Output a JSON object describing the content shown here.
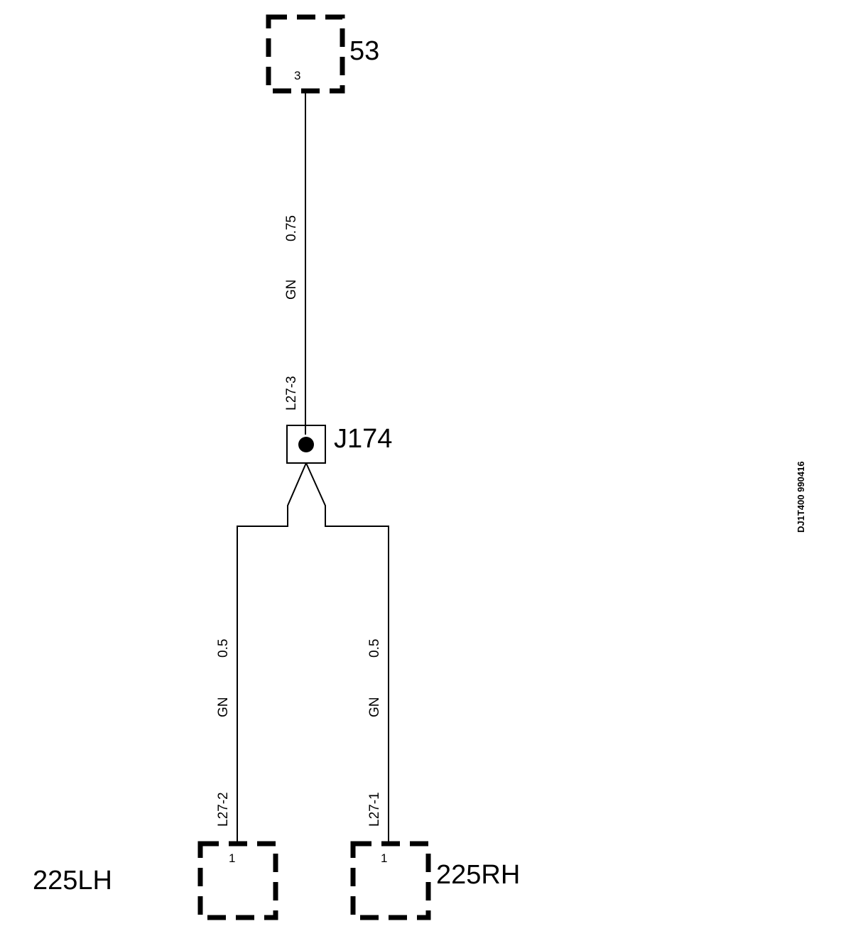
{
  "connectors": {
    "top": {
      "name": "53",
      "pin": "3"
    },
    "left": {
      "name": "225LH",
      "pin": "1"
    },
    "right": {
      "name": "225RH",
      "pin": "1"
    }
  },
  "junction": {
    "name": "J174"
  },
  "wires": {
    "top": {
      "size": "0.75",
      "color": "GN",
      "circuit": "L27-3"
    },
    "left": {
      "size": "0.5",
      "color": "GN",
      "circuit": "L27-2"
    },
    "right": {
      "size": "0.5",
      "color": "GN",
      "circuit": "L27-1"
    }
  },
  "drawing_code": "DJ1T400 990416"
}
